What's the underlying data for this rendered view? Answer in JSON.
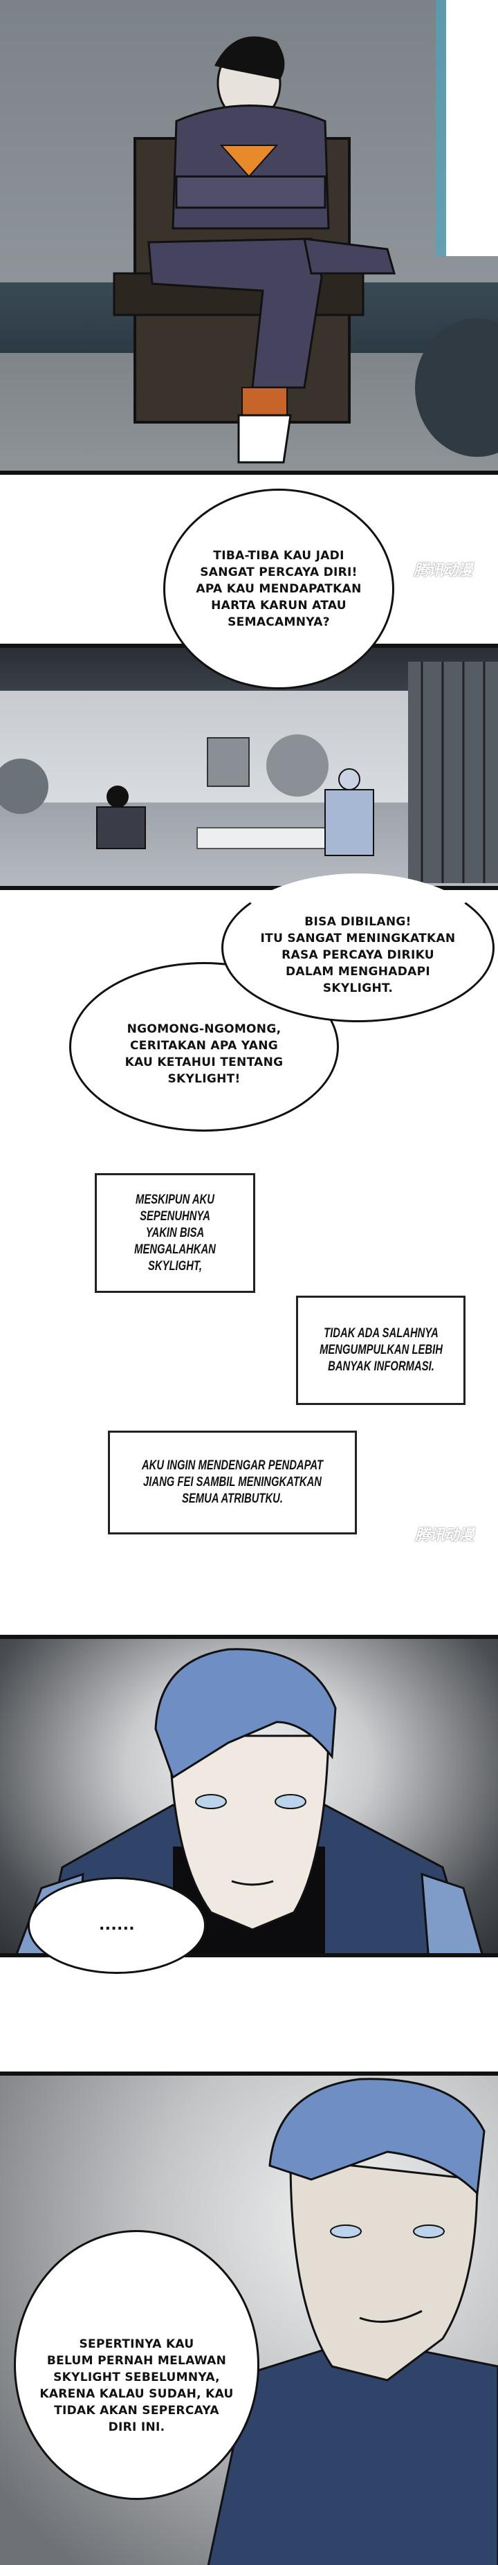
{
  "panels": [
    {
      "id": "panel-1",
      "scene": "man-sitting-in-chair"
    },
    {
      "id": "panel-2",
      "scene": "office-two-men"
    },
    {
      "id": "panel-3",
      "scene": "older-man-closeup"
    },
    {
      "id": "panel-4",
      "scene": "older-man-smirk"
    }
  ],
  "watermark": "腾讯动漫",
  "bubbles": {
    "b1": "TIBA-TIBA KAU JADI\nSANGAT PERCAYA DIRI!\nAPA KAU MENDAPATKAN\nHARTA KARUN ATAU\nSEMACAMNYA?",
    "b2": "BISA DIBILANG!\nITU SANGAT MENINGKATKAN\nRASA PERCAYA DIRIKU\nDALAM MENGHADAPI\nSKYLIGHT.",
    "b3": "NGOMONG-NGOMONG,\nCERITAKAN APA YANG\nKAU KETAHUI TENTANG\nSKYLIGHT!",
    "b4": "......",
    "b5": "SEPERTINYA KAU\nBELUM PERNAH MELAWAN\nSKYLIGHT SEBELUMNYA,\nKARENA KALAU SUDAH, KAU\nTIDAK AKAN SEPERCAYA\nDIRI INI."
  },
  "captions": {
    "c1": "MESKIPUN AKU SEPENUHNYA\nYAKIN BISA MENGALAHKAN\nSKYLIGHT,",
    "c2": "TIDAK ADA SALAHNYA\nMENGUMPULKAN LEBIH\nBANYAK INFORMASI.",
    "c3": "AKU INGIN MENDENGAR PENDAPAT\nJIANG FEI SAMBIL MENINGKATKAN\nSEMUA ATRIBUTKU."
  },
  "colors": {
    "hoodie": "#46435e",
    "accent_orange": "#e8892a",
    "hair_blue": "#6f8fc4",
    "coat_blue": "#2f4468",
    "ink": "#111111"
  }
}
